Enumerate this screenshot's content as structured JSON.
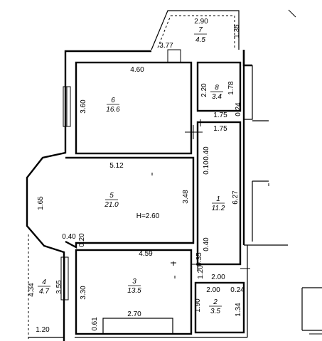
{
  "rooms": [
    {
      "number": "1",
      "area": "11.2"
    },
    {
      "number": "2",
      "area": "3.5"
    },
    {
      "number": "3",
      "area": "13.5"
    },
    {
      "number": "4",
      "area": "4.7"
    },
    {
      "number": "5",
      "area": "21.0"
    },
    {
      "number": "6",
      "area": "16.6"
    },
    {
      "number": "7",
      "area": "4.5"
    },
    {
      "number": "8",
      "area": "3.4"
    }
  ],
  "ceiling_height": "H=2.60",
  "dimensions": {
    "d_290": "2.90",
    "d_135": "1.35",
    "d_377": "3.77",
    "d_460": "4.60",
    "d_360": "3.60",
    "d_220": "2.20",
    "d_178": "1.78",
    "d_024a": "0.24",
    "d_175a": "1.75",
    "d_175b": "1.75",
    "d_040a": "0.40",
    "d_010": "0.10",
    "d_512": "5.12",
    "d_165": "1.65",
    "d_348": "3.48",
    "d_627": "6.27",
    "d_040b": "0.40",
    "d_020": "0.20",
    "d_040c": "0.40",
    "d_459": "4.59",
    "d_035": "0.35",
    "d_120a": "1.20",
    "d_200a": "2.00",
    "d_200b": "2.00",
    "d_024b": "0.24",
    "d_434": "4.34",
    "d_355": "3.55",
    "d_330": "3.30",
    "d_190": "1.90",
    "d_134": "1.34",
    "d_270": "2.70",
    "d_061": "0.61",
    "d_120b": "1.20"
  }
}
